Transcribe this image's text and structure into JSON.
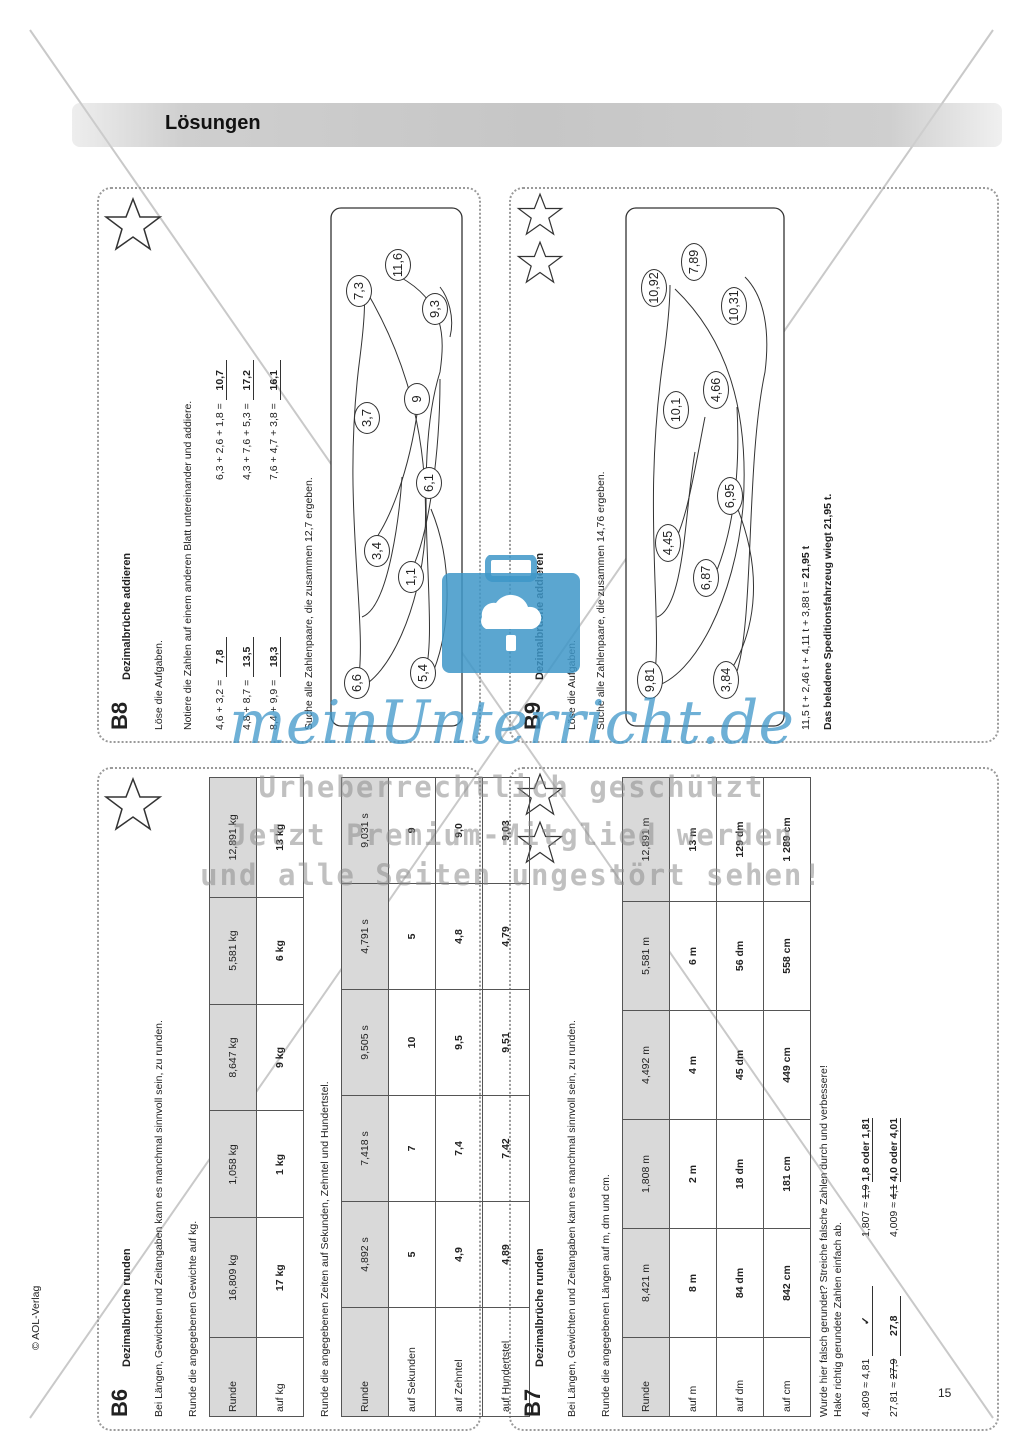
{
  "header": {
    "title": "Lösungen",
    "copyright": "© AOL-Verlag",
    "page_number": "15"
  },
  "b6": {
    "code": "B6",
    "title": "Dezimalbrüche runden",
    "intro": "Bei Längen, Gewichten und Zeitangaben kann es manchmal sinnvoll sein, zu runden.",
    "task1": "Runde die angegebenen Gewichte auf kg.",
    "table1": {
      "head": [
        "Runde",
        "16,809 kg",
        "1,058 kg",
        "8,647 kg",
        "5,581 kg",
        "12,891 kg"
      ],
      "rows": [
        [
          "auf kg",
          "17 kg",
          "1 kg",
          "9 kg",
          "6 kg",
          "13 kg"
        ]
      ]
    },
    "task2": "Runde die angegebenen Zeiten auf Sekunden, Zehntel und Hundertstel.",
    "table2": {
      "head": [
        "Runde",
        "4,892 s",
        "7,418 s",
        "9,505 s",
        "4,791 s",
        "9,031 s"
      ],
      "rows": [
        [
          "auf Sekunden",
          "5",
          "7",
          "10",
          "5",
          "9"
        ],
        [
          "auf Zehntel",
          "4,9",
          "7,4",
          "9,5",
          "4,8",
          "9,0"
        ],
        [
          "auf Hundertstel",
          "4,89",
          "7,42",
          "9,51",
          "4,79",
          "9,03"
        ]
      ]
    }
  },
  "b7": {
    "code": "B7",
    "title": "Dezimalbrüche runden",
    "intro": "Bei Längen, Gewichten und Zeitangaben kann es manchmal sinnvoll sein, zu runden.",
    "task1": "Runde die angegebenen Längen auf m, dm und cm.",
    "table": {
      "head": [
        "Runde",
        "8,421 m",
        "1,808 m",
        "4,492 m",
        "5,581 m",
        "12,891 m"
      ],
      "rows": [
        [
          "auf m",
          "8 m",
          "2 m",
          "4 m",
          "6 m",
          "13 m"
        ],
        [
          "auf dm",
          "84 dm",
          "18 dm",
          "45 dm",
          "56 dm",
          "129 dm"
        ],
        [
          "auf cm",
          "842 cm",
          "181 cm",
          "449 cm",
          "558 cm",
          "1 289 cm"
        ]
      ]
    },
    "task2": "Wurde hier falsch gerundet? Streiche falsche Zahlen durch und verbessere!",
    "task2b": "Hake richtig gerundete Zahlen einfach ab.",
    "items": [
      {
        "expr": "4,809 ≈ 4,81",
        "answer": "✓"
      },
      {
        "expr": "27,81 ≈",
        "struck": "27,9",
        "answer": "27,8"
      },
      {
        "expr": "1,807 ≈",
        "struck": "1,9",
        "answer": "1,8 oder 1,81"
      },
      {
        "expr": "4,009 ≈",
        "struck": "4,1",
        "answer": "4,0 oder 4,01"
      }
    ]
  },
  "b8": {
    "code": "B8",
    "title": "Dezimalbrüche addieren",
    "task1": "Löse die Aufgaben.",
    "task2": "Notiere die Zahlen auf einem anderen Blatt untereinander und addiere.",
    "sums": [
      {
        "expr": "4,6 + 3,2 =",
        "answer": "7,8"
      },
      {
        "expr": "4,8 + 8,7 =",
        "answer": "13,5"
      },
      {
        "expr": "8,4 + 9,9 =",
        "answer": "18,3"
      },
      {
        "expr": "6,3 + 2,6 + 1,8 =",
        "answer": "10,7"
      },
      {
        "expr": "4,3 + 7,6 + 5,3 =",
        "answer": "17,2"
      },
      {
        "expr": "7,6 + 4,7 + 3,8 =",
        "answer": "16,1"
      }
    ],
    "task3": "Suche alle Zahlenpaare, die zusammen 12,7 ergeben.",
    "bubbles": [
      "6,6",
      "5,4",
      "3,4",
      "1,1",
      "6,1",
      "3,7",
      "9",
      "7,3",
      "11,6",
      "9,3"
    ]
  },
  "b9": {
    "code": "B9",
    "title": "Dezimalbrüche addieren",
    "task1": "Löse die Aufgaben.",
    "task3": "Suche alle Zahlenpaare, die zusammen 14,76 ergeben.",
    "bubbles": [
      "9,81",
      "3,84",
      "4,45",
      "6,87",
      "6,95",
      "10,1",
      "4,66",
      "10,92",
      "7,89",
      "10,31"
    ],
    "calc": "11,5 t + 2,46 t + 4,11 t + 3,88 t =",
    "calc_answer": "21,95 t",
    "result": "Das beladene Speditionsfahrzeug wiegt 21,95 t."
  },
  "watermark": {
    "brand": "meinUnterricht.de",
    "line1": "Urheberrechtlich geschützt",
    "line2": "Jetzt Premium-Mitglied werden",
    "line3": "und alle Seiten ungestört sehen!"
  },
  "colors": {
    "brand": "#3e96c8",
    "brush": "#c8c8c8",
    "table_header": "#d9d9d9"
  }
}
